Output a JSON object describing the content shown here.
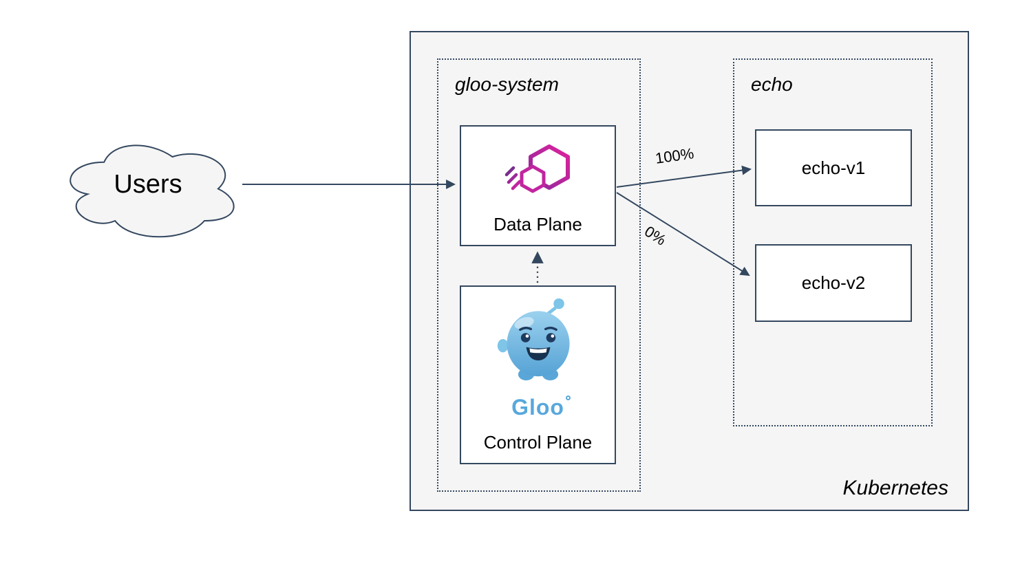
{
  "diagram": {
    "cloud": {
      "label": "Users"
    },
    "cluster": {
      "label": "Kubernetes"
    },
    "namespaces": {
      "gloo_system": {
        "label": "gloo-system"
      },
      "echo": {
        "label": "echo"
      }
    },
    "nodes": {
      "data_plane": {
        "label": "Data Plane"
      },
      "control_plane": {
        "label": "Control Plane",
        "wordmark": "Gloo"
      },
      "echo_v1": {
        "label": "echo-v1"
      },
      "echo_v2": {
        "label": "echo-v2"
      }
    },
    "edges": {
      "data_plane_to_echo_v1": {
        "label": "100%"
      },
      "data_plane_to_echo_v2": {
        "label": "0%"
      }
    },
    "colors": {
      "stroke": "#33475F",
      "panel_fill": "#F5F5F5",
      "gloo_pink": "#E0219E",
      "gloo_purple": "#8A2B9B",
      "gloo_blue": "#58A8DC"
    }
  }
}
